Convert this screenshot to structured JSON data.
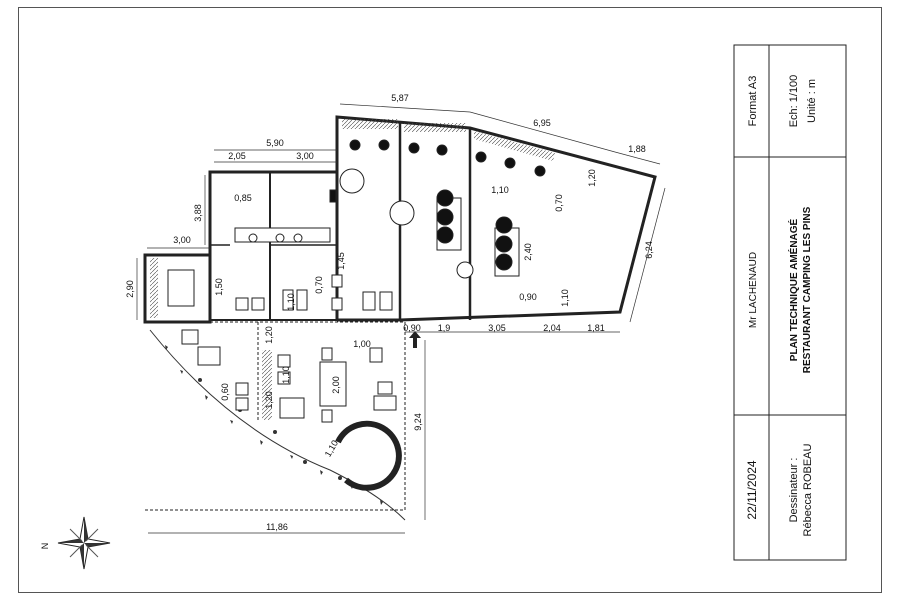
{
  "title_block": {
    "format": "Format A3",
    "scale": "Ech: 1/100",
    "unit": "Unité : m",
    "client": "Mr LACHENAUD",
    "title_line1": "PLAN TECHNIQUE AMÉNAGÉ",
    "title_line2": "RESTAURANT CAMPING LES PINS",
    "date": "22/11/2024",
    "designer_label": "Dessinateur :",
    "designer_name": "Rébecca ROBEAU"
  },
  "compass": {
    "label": "N"
  },
  "dimensions": {
    "d587": "5,87",
    "d695": "6,95",
    "d188": "1,88",
    "d590": "5,90",
    "d205": "2,05",
    "d300a": "3,00",
    "d388": "3,88",
    "d085": "0,85",
    "d300b": "3,00",
    "d290": "2,90",
    "d150": "1,50",
    "d110a": "1,10",
    "d070a": "0,70",
    "d145": "1,45",
    "d120a": "1,20",
    "d110b": "1,10",
    "d070b": "0,70",
    "d240": "2,40",
    "d090a": "0,90",
    "d120b": "1,20",
    "d624": "6,24",
    "d110c": "1,10",
    "d090b": "0,90",
    "d19": "1,9",
    "d305": "3,05",
    "d204": "2,04",
    "d181": "1,81",
    "d100": "1,00",
    "d120c": "1,20",
    "d110d": "1,10",
    "d200": "2,00",
    "d060": "0,60",
    "d924": "9,24",
    "d110e": "1,10",
    "d1186": "11,86"
  }
}
